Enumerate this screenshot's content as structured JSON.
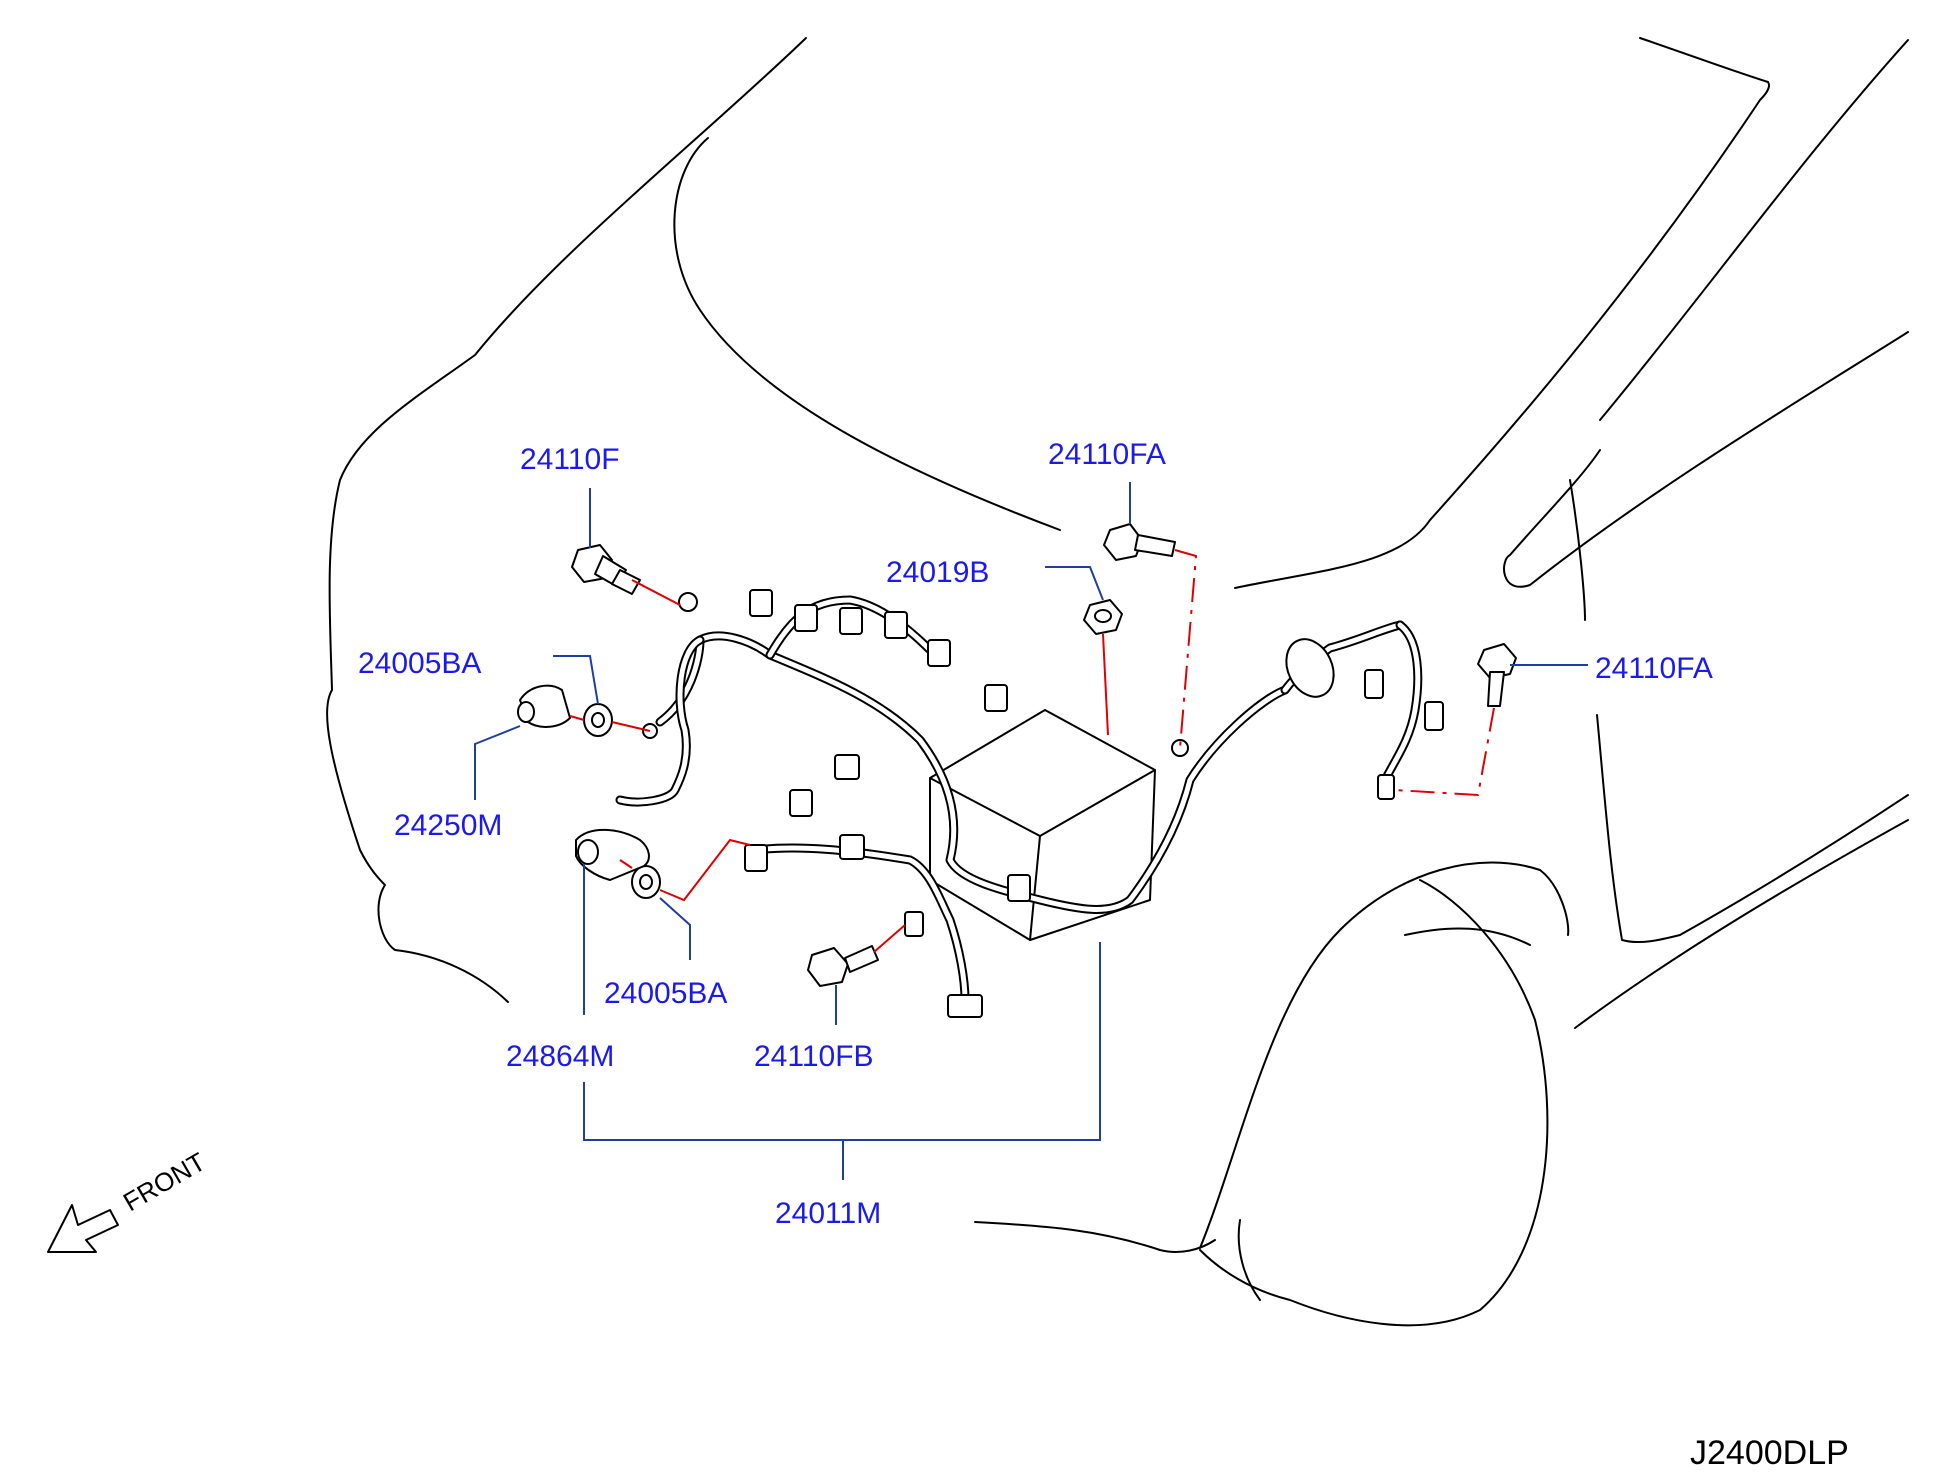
{
  "diagram": {
    "labels": {
      "bolt_upper_left": "24110F",
      "bolt_upper_center": "24110FA",
      "bolt_right": "24110FA",
      "nut_center": "24019B",
      "grommet_upper": "24005BA",
      "grommet_lower": "24005BA",
      "cap_upper": "24250M",
      "cap_lower": "24864M",
      "bolt_lower": "24110FB",
      "harness_assembly": "24011M"
    },
    "front_indicator": "FRONT",
    "drawing_code": "J2400DLP"
  }
}
